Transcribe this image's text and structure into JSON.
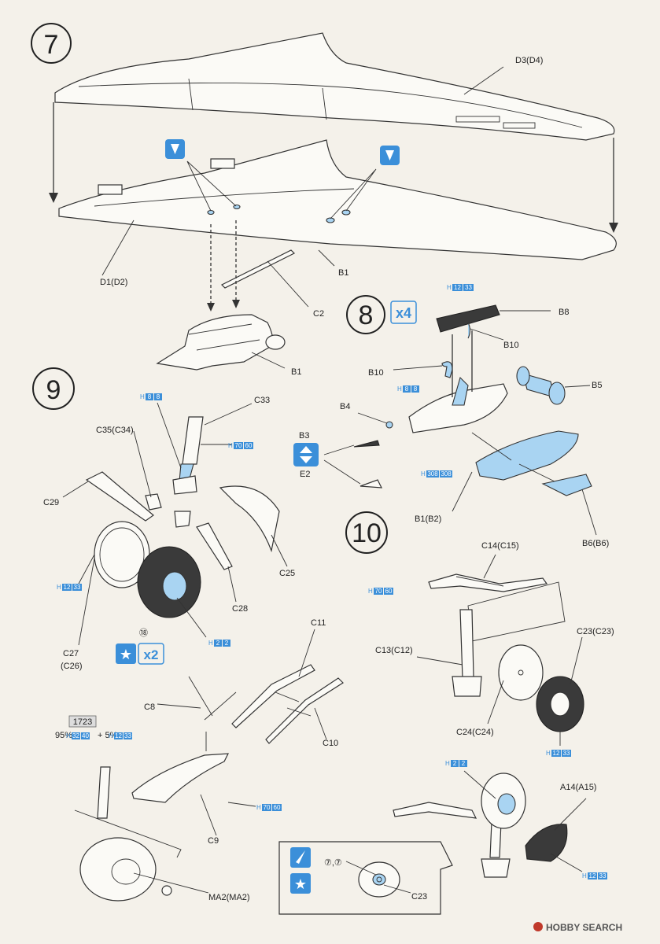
{
  "steps": {
    "s7": "7",
    "s8": "8",
    "s9": "9",
    "s10": "10"
  },
  "multipliers": {
    "step8": "x4",
    "step9": "x2"
  },
  "labels": {
    "d3d4": "D3(D4)",
    "d1d2": "D1(D2)",
    "b1_a": "B1",
    "c2": "C2",
    "b1_b": "B1",
    "b8": "B8",
    "b10_a": "B10",
    "b10_b": "B10",
    "b5": "B5",
    "b4": "B4",
    "b3": "B3",
    "e2": "E2",
    "b1b2": "B1(B2)",
    "b6b6": "B6(B6)",
    "c33": "C33",
    "c35c34": "C35(C34)",
    "c29": "C29",
    "c25": "C25",
    "c28": "C28",
    "c27c26": "C27",
    "c26": "(C26)",
    "num18": "⑱",
    "c11": "C11",
    "c8": "C8",
    "c10": "C10",
    "c9": "C9",
    "ma2": "MA2(MA2)",
    "c14c15": "C14(C15)",
    "c13c12": "C13(C12)",
    "c23c23": "C23(C23)",
    "c24c24": "C24(C24)",
    "a14a15": "A14(A15)",
    "c23": "C23",
    "inset_nums": "⑦,⑦",
    "mix_code": "1723",
    "mix_text_a": "95%",
    "mix_text_b": "+ 5%"
  },
  "paint_codes": {
    "h12_33": [
      "H",
      "12",
      "33"
    ],
    "h8_8": [
      "H",
      "8",
      "8"
    ],
    "h70_60": [
      "H",
      "70",
      "60"
    ],
    "h2_2": [
      "H",
      "2",
      "2"
    ],
    "h308_308": [
      "H",
      "308",
      "308"
    ],
    "h32_40": [
      "H",
      "32",
      "40"
    ]
  },
  "watermark": "HOBBY SEARCH",
  "colors": {
    "paint_blue": "#3b8fd9",
    "part_blue": "#a9d4f2",
    "tire_dark": "#3a3a3a"
  }
}
